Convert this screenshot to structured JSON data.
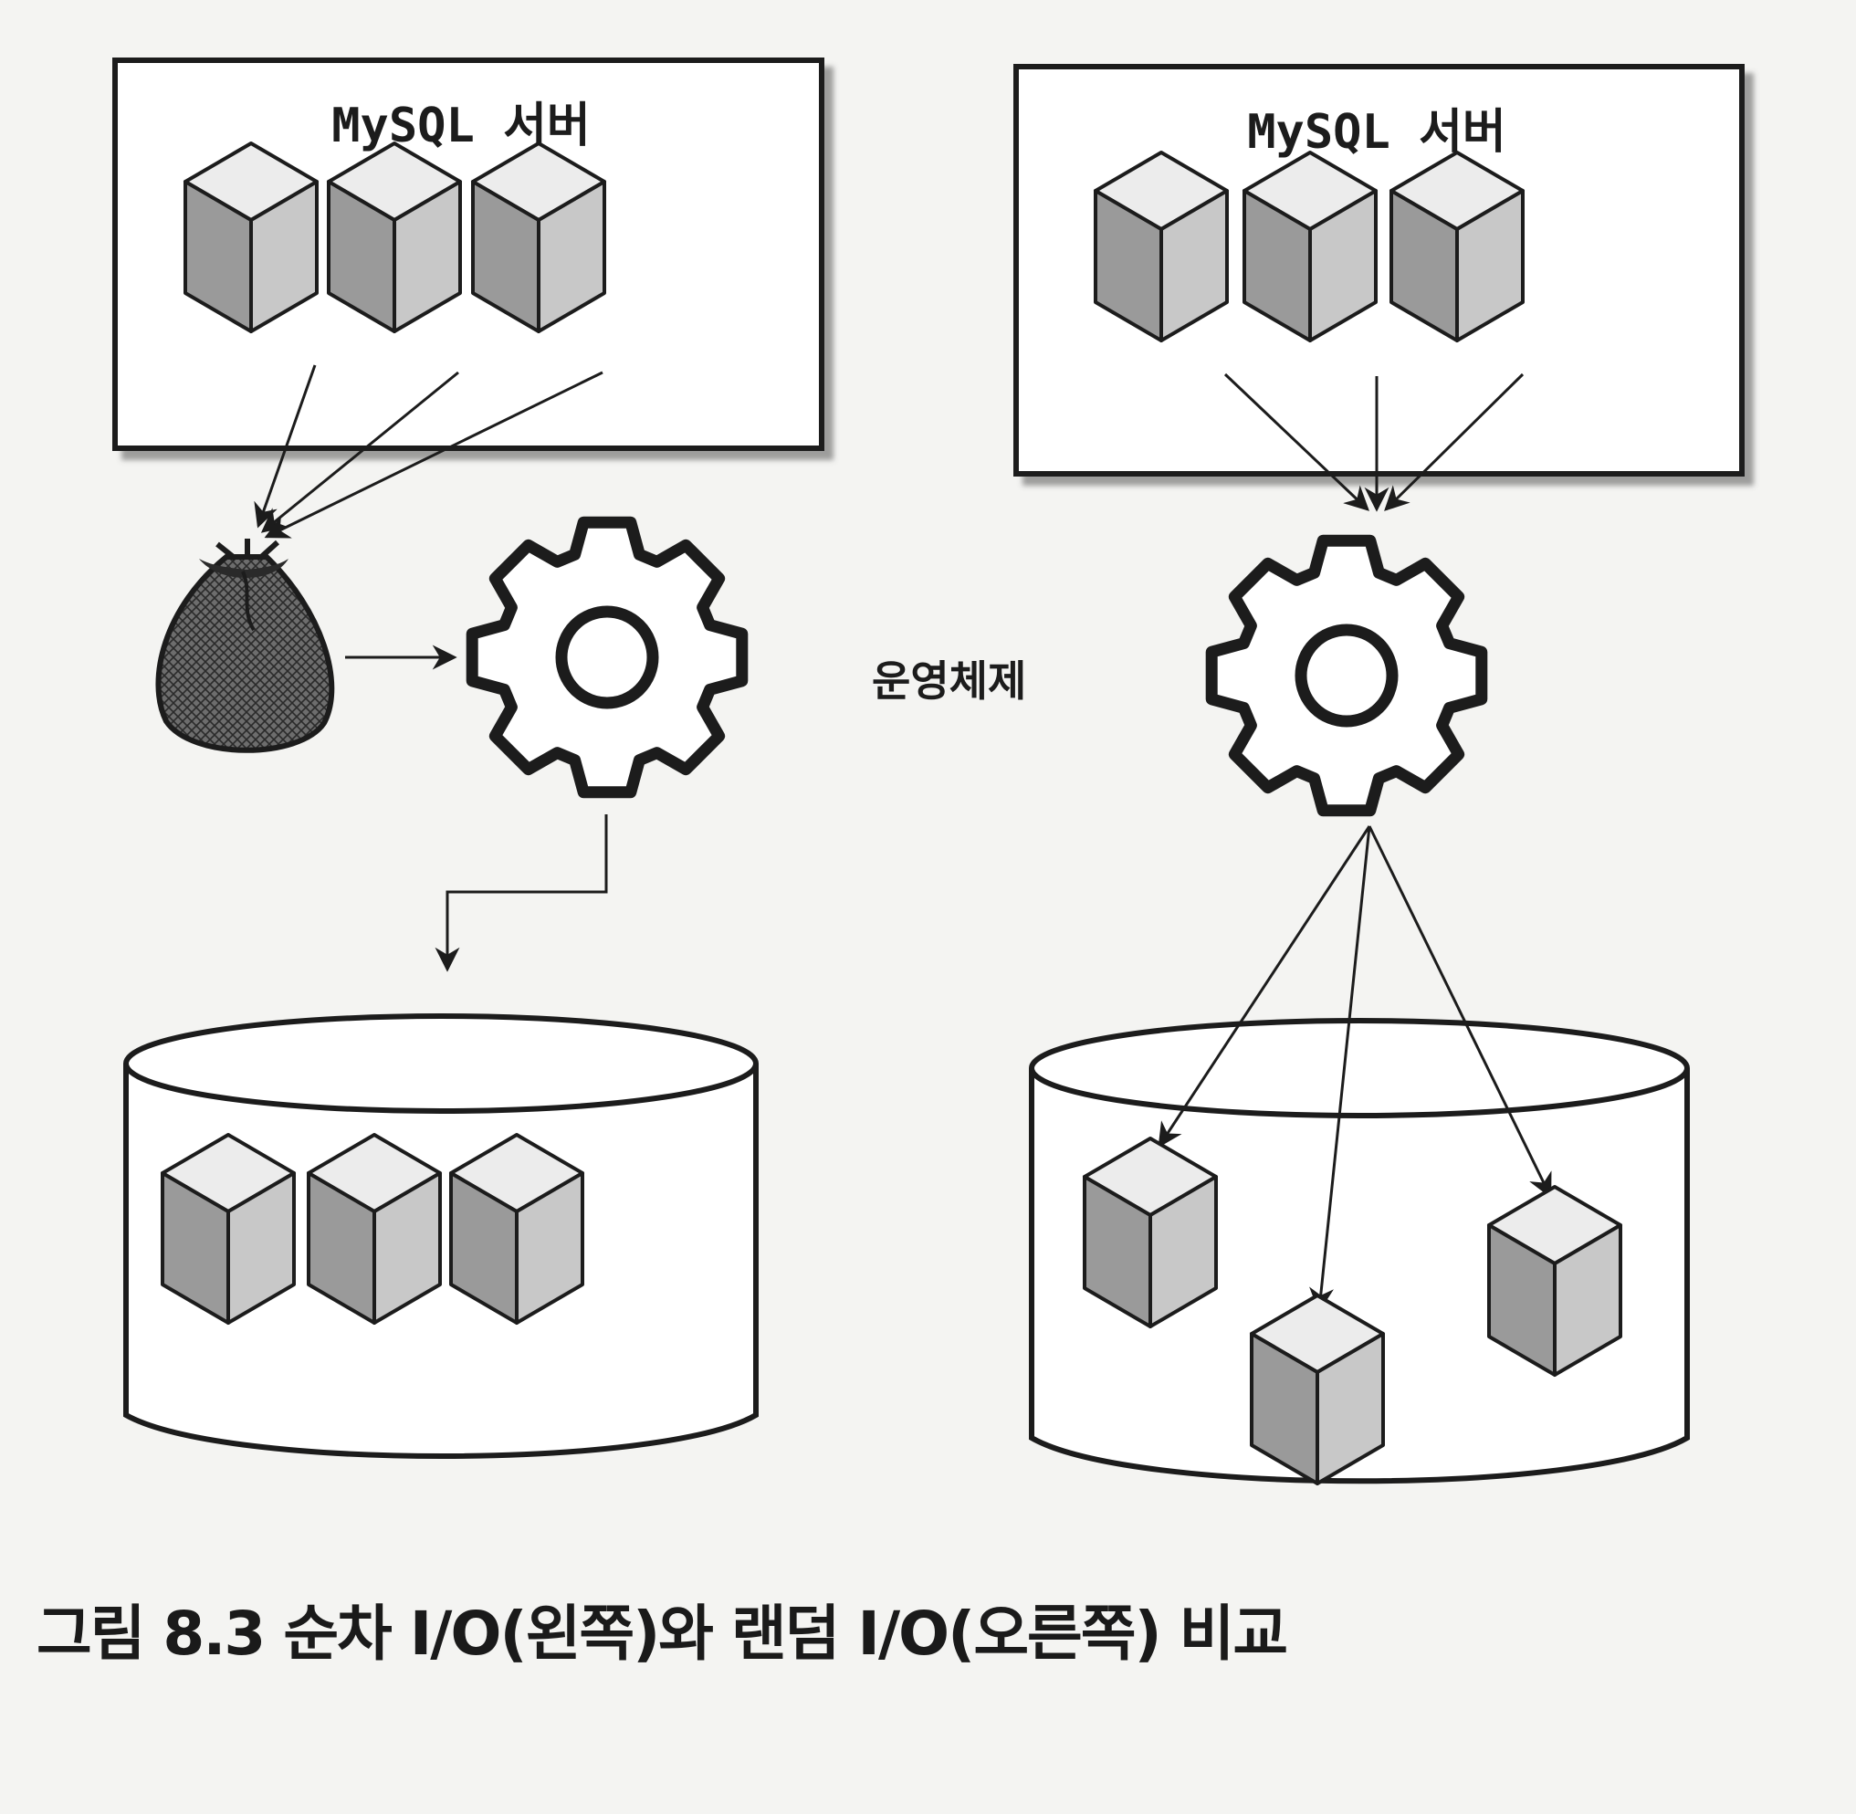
{
  "left_panel": {
    "server_label": "MySQL 서버"
  },
  "right_panel": {
    "server_label": "MySQL 서버"
  },
  "os_label": "운영체제",
  "caption": "그림 8.3 순차 I/O(왼쪽)와 랜덤 I/O(오른쪽) 비교",
  "colors": {
    "stroke": "#1c1c1c",
    "cube_left_face": "#9a9a9a",
    "cube_right_face": "#c8c8c8",
    "cube_top_face": "#ececec"
  }
}
